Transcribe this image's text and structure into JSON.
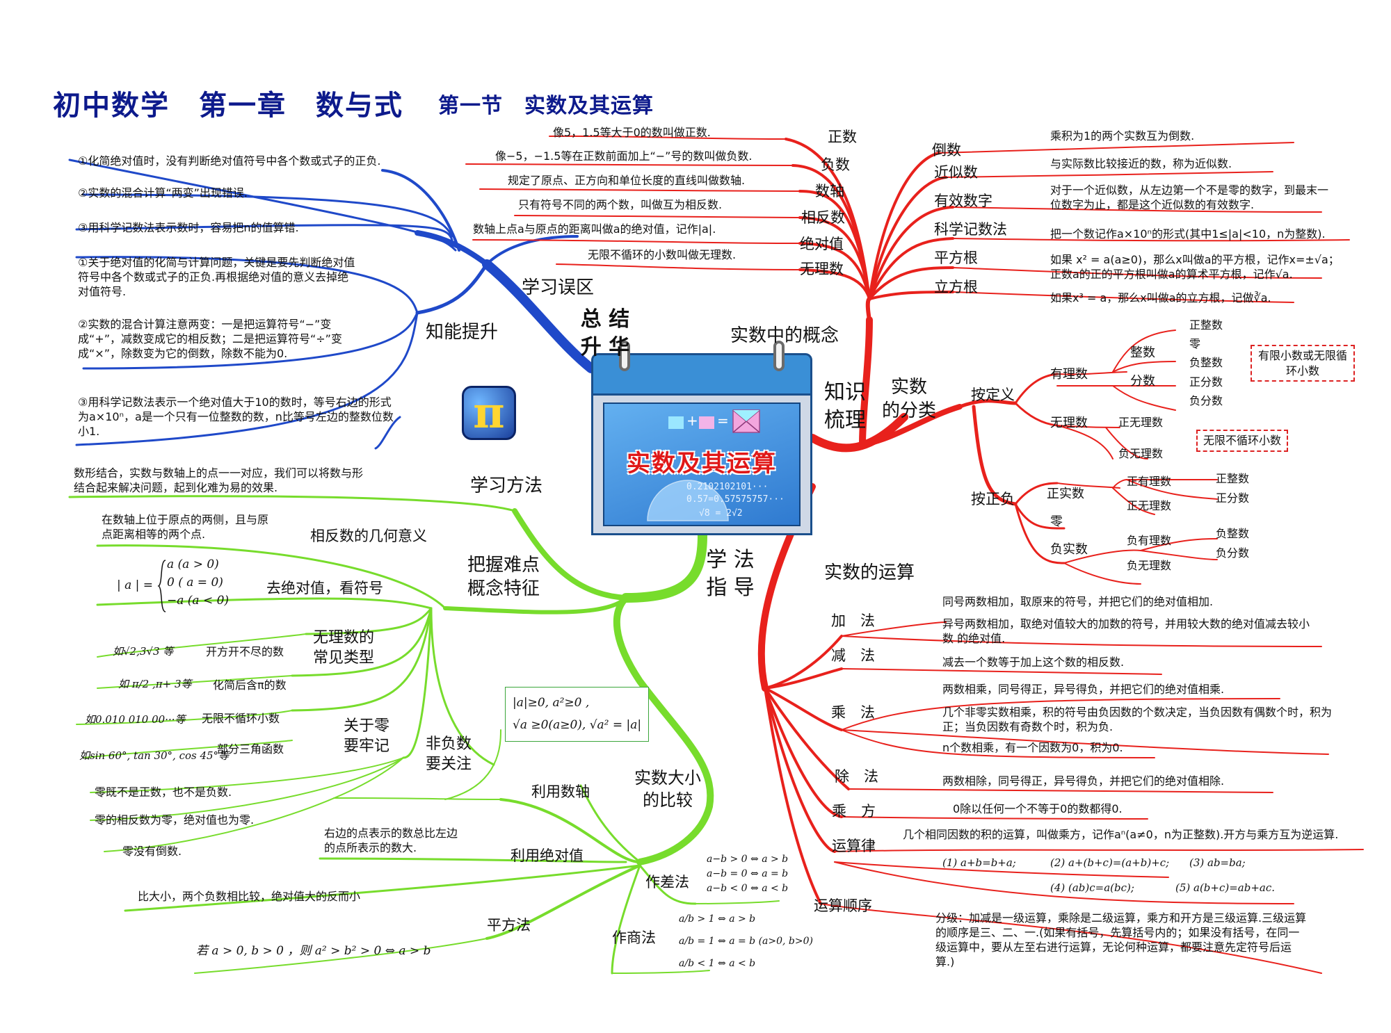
{
  "title": {
    "main": "初中数学　第一章　数与式",
    "section": "第一节　实数及其运算"
  },
  "calendar": {
    "title": "实数及其运算",
    "lines": [
      "0.2102102101···",
      "0.57=0.57575757···",
      "√8 = 2√2"
    ],
    "symbols": {
      "plus": "+",
      "equals": "="
    }
  },
  "badge": {
    "symbol": "π"
  },
  "hubs": {
    "zongjie": "总 结\n升 华",
    "zhishi": "知识\n梳理",
    "xuefa": "学 法\n指 导"
  },
  "concepts": {
    "label": "实数中的概念",
    "left": [
      {
        "name": "正数",
        "desc": "像5，1.5等大于0的数叫做正数."
      },
      {
        "name": "负数",
        "desc": "像−5，−1.5等在正数前面加上“−”号的数叫做负数."
      },
      {
        "name": "数轴",
        "desc": "规定了原点、正方向和单位长度的直线叫做数轴."
      },
      {
        "name": "相反数",
        "desc": "只有符号不同的两个数，叫做互为相反数."
      },
      {
        "name": "绝对值",
        "desc": "数轴上点a与原点的距离叫做a的绝对值，记作|a|."
      },
      {
        "name": "无理数",
        "desc": "无限不循环的小数叫做无理数."
      }
    ],
    "right": [
      {
        "name": "倒数",
        "desc": "乘积为1的两个实数互为倒数."
      },
      {
        "name": "近似数",
        "desc": "与实际数比较接近的数，称为近似数."
      },
      {
        "name": "有效数字",
        "desc": "对于一个近似数，从左边第一个不是零的数字，到最末一位数字为止，都是这个近似数的有效数字."
      },
      {
        "name": "科学记数法",
        "desc": "把一个数记作a×10ⁿ的形式(其中1≤|a|<10，n为整数)."
      },
      {
        "name": "平方根",
        "desc": "如果 x² = a(a≥0)，那么x叫做a的平方根，记作x=±√a；\n正数a的正的平方根叫做a的算术平方根，记作√a."
      },
      {
        "name": "立方根",
        "desc": "如果x³ = a，那么x叫做a的立方根，记做∛a."
      }
    ]
  },
  "classification": {
    "label": "实数\n的分类",
    "by_definition": {
      "label": "按定义",
      "rational": {
        "label": "有理数",
        "integer": {
          "label": "整数",
          "items": [
            "正整数",
            "零",
            "负整数"
          ]
        },
        "fraction": {
          "label": "分数",
          "items": [
            "正分数",
            "负分数"
          ]
        },
        "note": "有限小数或无限循环小数"
      },
      "irrational": {
        "label": "无理数",
        "items": [
          "正无理数",
          "负无理数"
        ],
        "note": "无限不循环小数"
      }
    },
    "by_sign": {
      "label": "按正负",
      "positive": {
        "label": "正实数",
        "rational": {
          "label": "正有理数",
          "items": [
            "正整数",
            "正分数"
          ]
        },
        "irrational": "正无理数"
      },
      "zero": "零",
      "negative": {
        "label": "负实数",
        "rational": {
          "label": "负有理数",
          "items": [
            "负整数",
            "负分数"
          ]
        },
        "irrational": "负无理数"
      }
    }
  },
  "operations": {
    "label": "实数的运算",
    "add": {
      "name": "加　法",
      "rules": [
        "同号两数相加，取原来的符号，并把它们的绝对值相加.",
        "异号两数相加，取绝对值较大的加数的符号，并用较大数的绝对值减去较小数 的绝对值."
      ]
    },
    "sub": {
      "name": "减　法",
      "rules": [
        "减去一个数等于加上这个数的相反数."
      ]
    },
    "mul": {
      "name": "乘　法",
      "rules": [
        "两数相乘，同号得正，异号得负，并把它们的绝对值相乘.",
        "几个非零实数相乘，积的符号由负因数的个数决定，当负因数有偶数个时，积为正；当负因数有奇数个时，积为负.",
        "n个数相乘，有一个因数为0，积为0."
      ]
    },
    "div": {
      "name": "除　法",
      "rules": [
        "两数相除，同号得正，异号得负，并把它们的绝对值相除.",
        "0除以任何一个不等于0的数都得0."
      ]
    },
    "pow": {
      "name": "乘　方",
      "rules": [
        "几个相同因数的积的运算，叫做乘方，记作aⁿ(a≠0，n为正整数).开方与乘方互为逆运算."
      ]
    },
    "laws": {
      "name": "运算律",
      "items": [
        "(1) a+b=b+a;",
        "(2) a+(b+c)=(a+b)+c;",
        "(3) ab=ba;",
        "(4) (ab)c=a(bc);",
        "(5) a(b+c)=ab+ac."
      ]
    },
    "order": {
      "name": "运算顺序",
      "text": "分级：加减是一级运算，乘除是二级运算，乘方和开方是三级运算.三级运算的顺序是三、二、一.(如果有括号，先算括号内的；如果没有括号，在同一级运算中，要从左至右进行运算，无论何种运算，都要注意先定符号后运算.)"
    }
  },
  "mistakes": {
    "label": "学习误区",
    "items": [
      "①化简绝对值时，没有判断绝对值符号中各个数或式子的正负.",
      "②实数的混合计算“两变”出现错误.",
      "③用科学记数法表示数时，容易把n的值算错."
    ]
  },
  "improve": {
    "label": "知能提升",
    "items": [
      "①关于绝对值的化简与计算问题，关键是要先判断绝对值符号中各个数或式子的正负.再根据绝对值的意义去掉绝对值符号.",
      "②实数的混合计算注意两变：一是把运算符号“−”变成“+”，减数变成它的相反数；二是把运算符号“÷”变成“×”，除数变为它的倒数，除数不能为0.",
      "③用科学记数法表示一个绝对值大于10的数时，等号右边的形式为a×10ⁿ，a是一个只有一位整数的数，n比等号左边的整数位数小1."
    ]
  },
  "study": {
    "method": {
      "label": "学习方法",
      "text": "数形结合，实数与数轴上的点一一对应，我们可以将数与形结合起来解决问题，起到化难为易的效果."
    },
    "key": {
      "label": "把握难点\n概念特征"
    },
    "opposite_geo": {
      "label": "相反数的几何意义",
      "text": "在数轴上位于原点的两侧，且与原点距离相等的两个点."
    },
    "abs": {
      "label": "去绝对值，看符号",
      "lhs": "| a | =",
      "cases": [
        "a (a > 0)",
        "0 ( a = 0)",
        "−a (a < 0)"
      ]
    },
    "irr_types": {
      "label": "无理数的\n常见类型",
      "items": [
        {
          "example": "如√2,3√3 等",
          "type": "开方开不尽的数"
        },
        {
          "example": "如 π/2 ,π+ 3等",
          "type": "化简后含π的数"
        },
        {
          "example": "如0.010 010 00···等",
          "type": "无限不循环小数"
        },
        {
          "example": "如sin 60°, tan 30°, cos 45°等",
          "type": "部分三角函数"
        }
      ]
    },
    "zero": {
      "label": "关于零\n要牢记",
      "items": [
        "零既不是正数，也不是负数.",
        "零的相反数为零，绝对值也为零.",
        "零没有倒数."
      ]
    },
    "nonneg": {
      "label": "非负数\n要关注",
      "formulas": [
        "|a|≥0, a²≥0 ,",
        "√a ≥0(a≥0), √a² = |a|"
      ]
    },
    "compare": {
      "label": "实数大小\n的比较",
      "axis": {
        "label": "利用数轴",
        "text": "右边的点表示的数总比左边的点所表示的数大."
      },
      "absval": {
        "label": "利用绝对值",
        "text": "比大小，两个负数相比较，绝对值大的反而小"
      },
      "square": {
        "label": "平方法",
        "text": "若 a > 0, b > 0 ，则 a² > b² > 0 ⇔ a > b"
      },
      "diff": {
        "label": "作差法",
        "items": [
          "a−b > 0 ⇔ a > b",
          "a−b = 0 ⇔ a = b",
          "a−b < 0 ⇔ a < b"
        ]
      },
      "quot": {
        "label": "作商法",
        "items": [
          "a/b > 1 ⇔ a > b",
          "a/b = 1 ⇔ a = b (a>0, b>0)",
          "a/b < 1 ⇔ a < b"
        ]
      }
    }
  },
  "colors": {
    "blue": "#1f49c9",
    "red": "#e8211c",
    "green": "#77dc2c",
    "title": "#0d1a8c"
  }
}
